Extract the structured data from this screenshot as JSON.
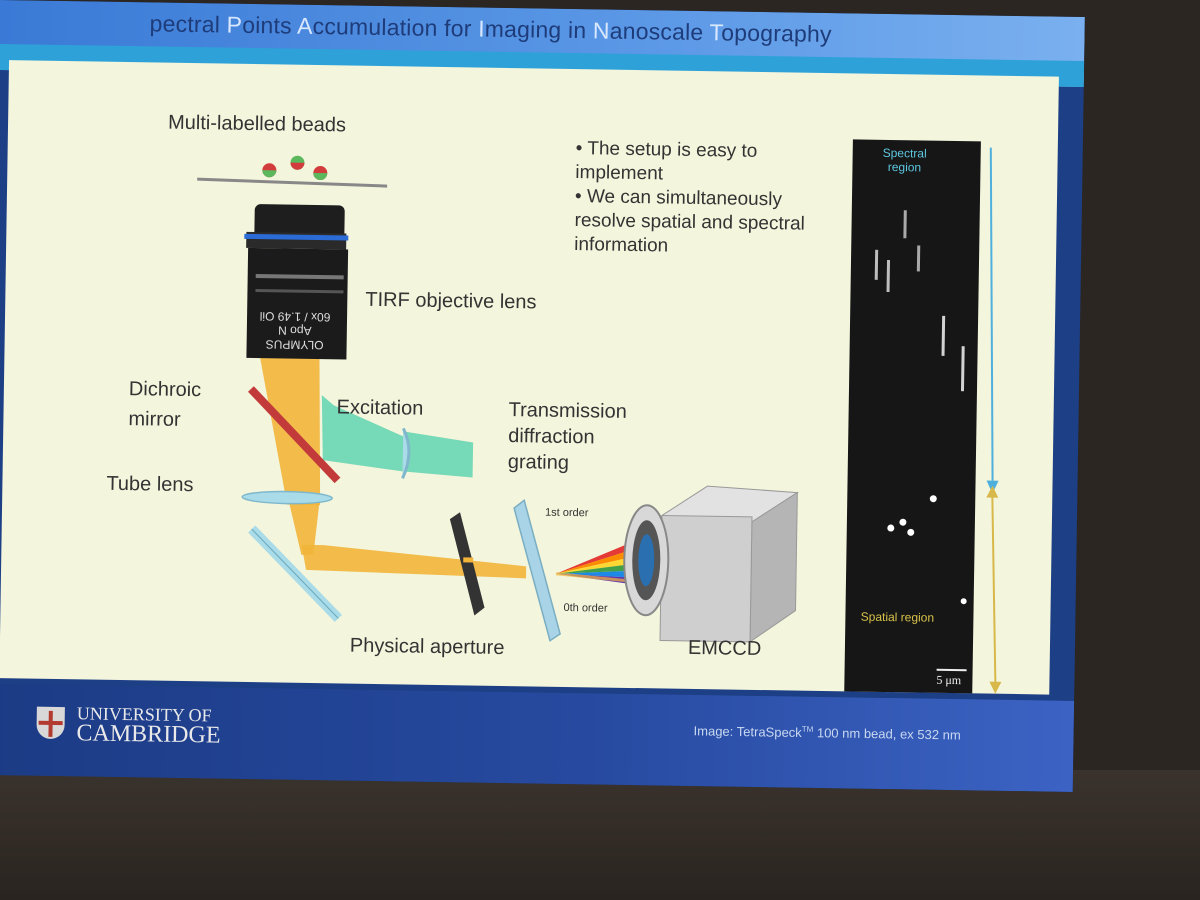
{
  "slide": {
    "title_prefix": "pectral ",
    "title_p": "P",
    "title_oints": "oints ",
    "title_a": "A",
    "title_ccumulation": "ccumulation for ",
    "title_i": "I",
    "title_maging": "maging in ",
    "title_n": "N",
    "title_anoscale": "anoscale ",
    "title_t": "T",
    "title_opography": "opography"
  },
  "diagram": {
    "beads_label": "Multi-labelled beads",
    "objective_label": "TIRF objective lens",
    "objective_brand": "OLYMPUS",
    "objective_model": "Apo N",
    "objective_spec": "60x / 1.49 Oil",
    "dichroic_label_1": "Dichroic",
    "dichroic_label_2": "mirror",
    "excitation_label": "Excitation",
    "tube_lens_label": "Tube lens",
    "grating_label_1": "Transmission",
    "grating_label_2": "diffraction",
    "grating_label_3": "grating",
    "first_order_label": "1st order",
    "zeroth_order_label": "0th order",
    "aperture_label": "Physical aperture",
    "camera_label": "EMCCD",
    "colors": {
      "beam": "#f2b53a",
      "excitation": "#5fd3b0",
      "mirror": "#c23a3a",
      "optics": "#a9dbe8"
    }
  },
  "bullets": [
    "• The setup is easy to implement",
    "• We can simultaneously resolve spatial and spectral information"
  ],
  "micro_panel": {
    "spectral_label": "Spectral region",
    "spatial_label": "Spatial region",
    "scale_bar": "5 μm"
  },
  "footer": {
    "university_line1": "UNIVERSITY OF",
    "university_line2": "CAMBRIDGE",
    "credit": "Image: TetraSpeck",
    "credit_tm": "TM",
    "credit_rest": " 100 nm bead, ex 532 nm"
  }
}
